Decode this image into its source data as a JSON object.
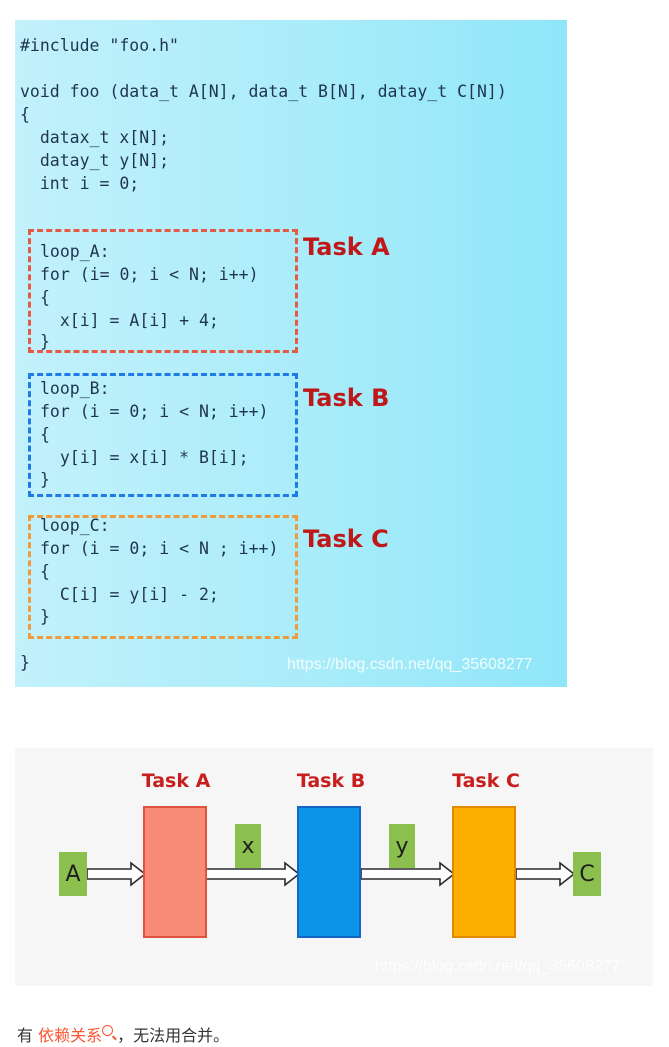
{
  "code": {
    "lines": [
      "#include \"foo.h\"",
      "void foo (data_t A[N], data_t B[N], datay_t C[N])",
      "{",
      "  datax_t x[N];",
      "  datay_t y[N];",
      "  int i = 0;",
      "loop_A:",
      "for (i= 0; i < N; i++)",
      "{",
      "  x[i] = A[i] + 4;",
      "}",
      "loop_B:",
      "for (i = 0; i < N; i++)",
      "{",
      "  y[i] = x[i] * B[i];",
      "}",
      "loop_C:",
      "for (i = 0; i < N ; i++)",
      "{",
      "  C[i] = y[i] - 2;",
      "}",
      "}"
    ],
    "tasks": [
      "Task A",
      "Task B",
      "Task C"
    ],
    "watermark": "https://blog.csdn.net/qq_35608277"
  },
  "flow": {
    "tasks": [
      {
        "label": "Task A",
        "color": "#f88b78",
        "border": "#e0533d"
      },
      {
        "label": "Task B",
        "color": "#0a95e8",
        "border": "#1466c2"
      },
      {
        "label": "Task C",
        "color": "#fdb000",
        "border": "#e08a00"
      }
    ],
    "vars": [
      "A",
      "x",
      "y",
      "C"
    ],
    "watermark": "https://blog.csdn.net/qq_35608277"
  },
  "caption": {
    "prefix": "有 ",
    "link": "依赖关系",
    "suffix": "，无法用合并。"
  }
}
